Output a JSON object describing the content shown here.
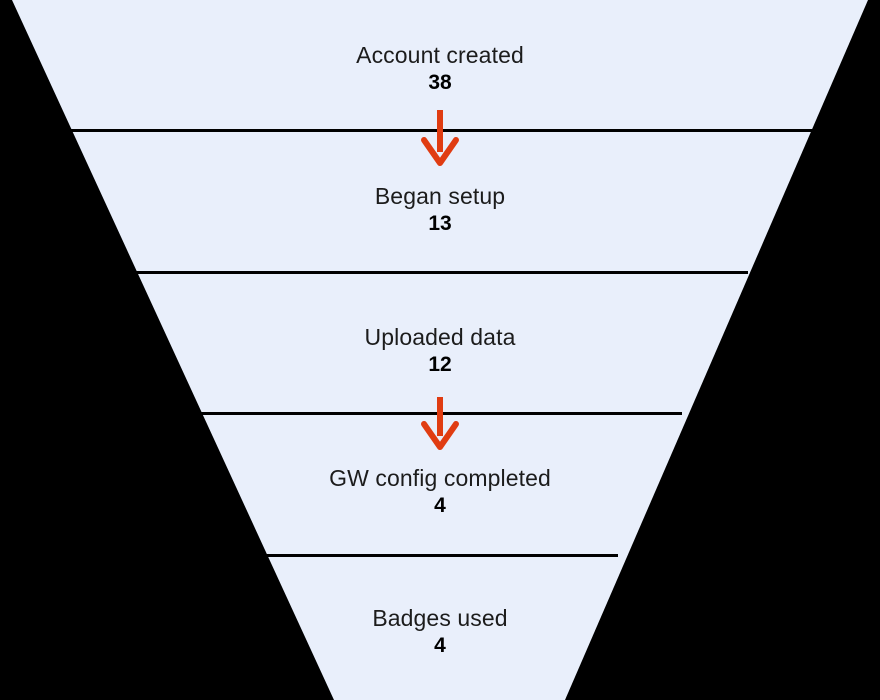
{
  "chart_data": {
    "type": "funnel",
    "title": "",
    "xlabel": "",
    "ylabel": "",
    "categories": [
      "Account created",
      "Began setup",
      "Uploaded data",
      "GW config completed",
      "Badges used"
    ],
    "values": [
      38,
      13,
      12,
      4,
      4
    ],
    "stages": [
      {
        "label": "Account created",
        "value": "38",
        "value_number": 38
      },
      {
        "label": "Began setup",
        "value": "13",
        "value_number": 13
      },
      {
        "label": "Uploaded data",
        "value": "12",
        "value_number": 12
      },
      {
        "label": "GW config completed",
        "value": "4",
        "value_number": 4
      },
      {
        "label": "Badges used",
        "value": "4",
        "value_number": 4
      }
    ],
    "drop_arrows": [
      {
        "from_stage": "Account created",
        "to_stage": "Began setup"
      },
      {
        "from_stage": "Uploaded data",
        "to_stage": "GW config completed"
      }
    ],
    "legend": [],
    "grid": false,
    "colors": {
      "background": "#000000",
      "funnel_fill": "#E9EFFB",
      "divider": "#000000",
      "arrow": "#E03C12",
      "label_text": "#1C1C1C",
      "value_text": "#000000"
    }
  }
}
